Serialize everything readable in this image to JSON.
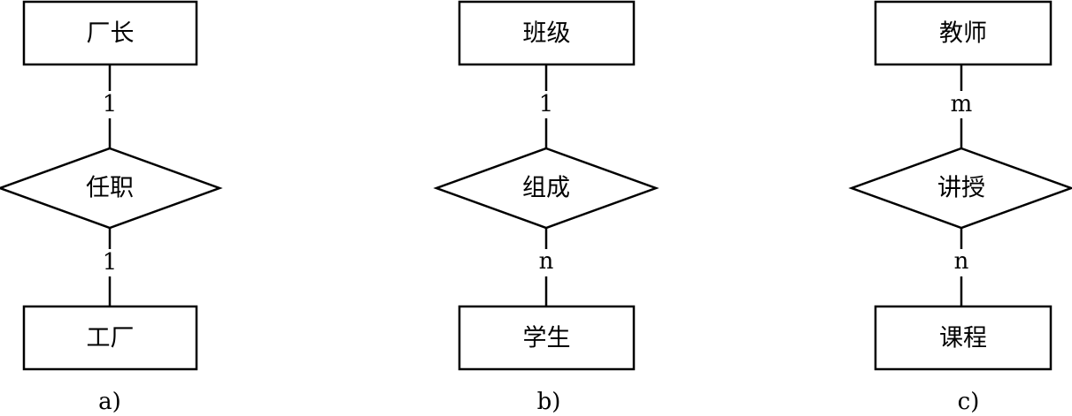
{
  "diagrams": [
    {
      "top_entity": "厂长",
      "relationship": "任职",
      "bottom_entity": "工厂",
      "top_cardinality": "1",
      "bottom_cardinality": "1",
      "caption": "a)"
    },
    {
      "top_entity": "班级",
      "relationship": "组成",
      "bottom_entity": "学生",
      "top_cardinality": "1",
      "bottom_cardinality": "n",
      "caption": "b)"
    },
    {
      "top_entity": "教师",
      "relationship": "讲授",
      "bottom_entity": "课程",
      "top_cardinality": "m",
      "bottom_cardinality": "n",
      "caption": "c)"
    }
  ]
}
